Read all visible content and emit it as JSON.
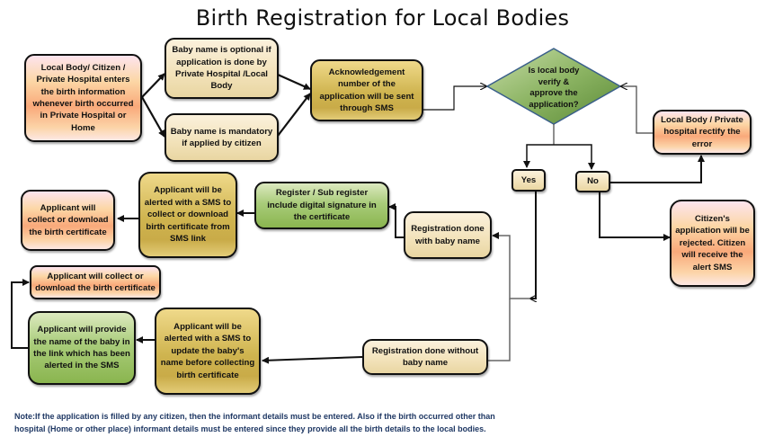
{
  "title": "Birth Registration for Local Bodies",
  "nodes": {
    "start": "Local Body/ Citizen / Private Hospital enters the birth  information whenever birth occurred in Private Hospital or Home",
    "optional": "Baby name is optional if application is done by Private Hospital /Local Body",
    "mandatory": "Baby name is mandatory if applied by citizen",
    "ack": "Acknowledgement number of the application will be sent through SMS",
    "decision": "Is  local body verify & approve the application?",
    "rectify": "Local Body / Private hospital rectify the error",
    "yes": "Yes",
    "no": "No",
    "rejected": "Citizen's application will be rejected. Citizen will receive the alert SMS",
    "reg_with_name": "Registration done with baby name",
    "register_sign": "Register / Sub register include digital signature in the certificate",
    "alert_collect": "Applicant will be alerted with a SMS to collect or download birth certificate from SMS link",
    "collect1": "Applicant will collect or download the birth certificate",
    "reg_without_name": "Registration done without baby name",
    "alert_update": "Applicant will be alerted with a SMS to update the baby's name before collecting birth certificate",
    "provide_name": "Applicant will provide the name of the baby in the link which has been alerted in the SMS",
    "collect2": "Applicant will collect or download the birth certificate"
  },
  "note": {
    "line1": "Note:If the application is filled by any citizen, then the informant details must be entered. Also if the birth occurred other than",
    "line2": "hospital (Home or other place) informant details must be entered since they provide all the birth details to the local bodies."
  },
  "colors": {
    "peach": "#f9a97a",
    "cream": "#f2e2b9",
    "gold": "#cfb44f",
    "green": "#8ab54f",
    "diamond": "#6f9a48",
    "note_text": "#1f3864"
  }
}
